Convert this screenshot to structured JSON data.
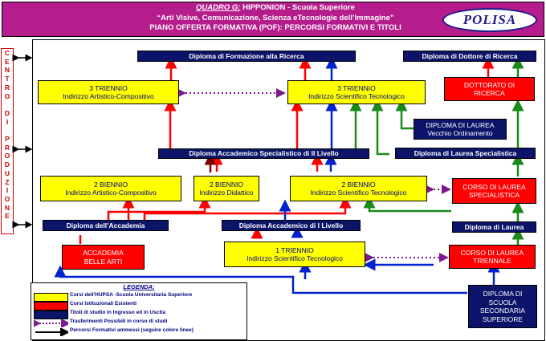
{
  "header": {
    "line1_label": "QUADRO G:",
    "line1_rest": "  HIPPONION - Scuola Superiore",
    "line2": "“Arti Visive, Comunicazione, Scienza eTecnologie dell’Immagine”",
    "line3": "PIANO OFFERTA FORMATIVA (POF): PERCORSI FORMATIVI E TITOLI",
    "brand": "POLISA"
  },
  "side_label": [
    "C",
    "E",
    "N",
    "T",
    "R",
    "O",
    "",
    "D",
    "I",
    "",
    "P",
    "R",
    "O",
    "D",
    "U",
    "Z",
    "I",
    "O",
    "N",
    "E"
  ],
  "nodes": {
    "diploma_ricerca": "Diploma di Formazione alla Ricerca",
    "diploma_dottore": "Diploma di Dottore di Ricerca",
    "triennio3_art": "3  TRIENNIO\nIndirizzo Artistico-Compositivo",
    "triennio3_sci": "3  TRIENNIO\nIndirizzo Scientifico Tecnologico",
    "dottorato": "DOTTORATO DI\nRICERCA",
    "laurea_vecchio": "DIPLOMA DI LAUREA\nVecchio Ordinamento",
    "dipl_acc_spec": "Diploma Accademico Specialistico di II Livello",
    "dipl_laurea_spec": "Diploma di Laurea Specialistica",
    "biennio2_art": "2  BIENNIO\nIndirizzo Artistico-Compositivo",
    "biennio2_did": "2  BIENNIO\nIndirizzo Didattico",
    "biennio2_sci": "2  BIENNIO\nIndirizzo Scientifico Tecnologico",
    "corso_laurea_spec": "CORSO DI LAUREA\nSPECIALISTICA",
    "dipl_accademia": "Diploma dell’Accademia",
    "dipl_acc_1": "Diploma Accademico di I Livello",
    "dipl_laurea": "Diploma di Laurea",
    "accademia_ba": "ACCADEMIA\nBELLE ARTI",
    "triennio1_sci": "1  TRIENNIO\nIndirizzo Scientifico Tecnologico",
    "corso_laurea_tri": "CORSO DI LAUREA\nTRIENNALE",
    "diploma_scuola": "DIPLOMA DI\nSCUOLA\nSECONDARIA\nSUPERIORE"
  },
  "legend": {
    "title": "LEGENDA:",
    "items": [
      {
        "swatch": "#ffff00",
        "label": "Corsi dell'HUPSA -Scuola Universitaria Superiore"
      },
      {
        "swatch": "#ff0000",
        "label": "Corsi Istituzionali Esistenti"
      },
      {
        "swatch": "#0b1468",
        "label": "Titoli di studio in Ingresso ed in Uscita"
      },
      {
        "swatch": "dotted-purple",
        "label": "Trasferimenti Possibili in corso di studi"
      },
      {
        "swatch": "arrow-black",
        "label": "Percorsi Formativi ammessi (seguire colore linee)"
      }
    ]
  },
  "colors": {
    "header_bg": "#b51c8c",
    "yellow": "#ffff00",
    "red": "#ff0000",
    "navy": "#0b1468",
    "purple": "#7a1a8c",
    "green": "#1a8a1a",
    "darkred": "#7a0000"
  }
}
